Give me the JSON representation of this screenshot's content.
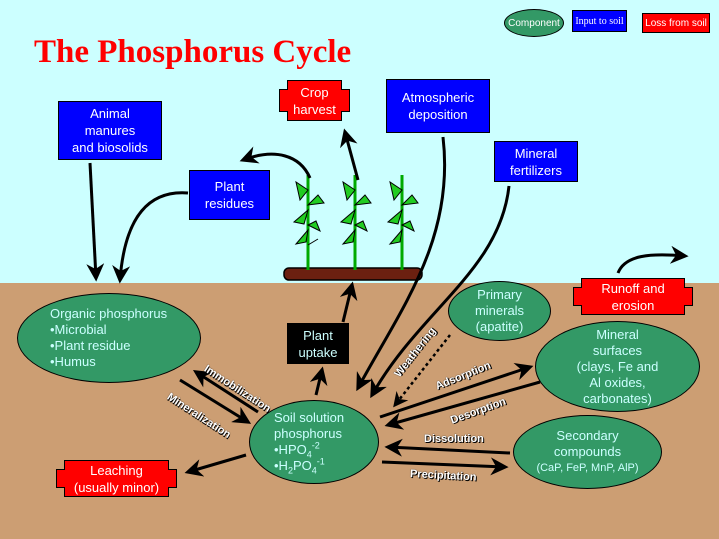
{
  "title": "The Phosphorus Cycle",
  "colors": {
    "sky": "#ccffff",
    "soil": "#cc9e73",
    "component": "#339966",
    "input": "#0000ff",
    "loss": "#ff0000",
    "title": "#ff0000"
  },
  "legend": {
    "component": "Component",
    "input": "Input to soil",
    "loss": "Loss from soil"
  },
  "inputs": {
    "animal_manures": [
      "Animal",
      "manures",
      "and biosolids"
    ],
    "plant_residues": [
      "Plant",
      "residues"
    ],
    "atmospheric": [
      "Atmospheric",
      "deposition"
    ],
    "fertilizers": [
      "Mineral",
      "fertilizers"
    ]
  },
  "losses": {
    "crop_harvest": [
      "Crop",
      "harvest"
    ],
    "runoff": [
      "Runoff and",
      "erosion"
    ],
    "leaching": [
      "Leaching",
      "(usually minor)"
    ]
  },
  "plant_uptake": [
    "Plant",
    "uptake"
  ],
  "components": {
    "organic": {
      "title": "Organic phosphorus",
      "items": [
        "•Microbial",
        "•Plant residue",
        "•Humus"
      ]
    },
    "primary_minerals": [
      "Primary",
      "minerals",
      "(apatite)"
    ],
    "mineral_surfaces": [
      "Mineral",
      "surfaces",
      "(clays, Fe and",
      "Al oxides,",
      "carbonates)"
    ],
    "secondary": [
      "Secondary",
      "compounds",
      "(CaP, FeP, MnP, AlP)"
    ],
    "soil_solution": {
      "title1": "Soil solution",
      "title2": "phosphorus",
      "ion1": {
        "base": "•HPO",
        "sub": "4",
        "sup": "-2"
      },
      "ion2": {
        "pre": "•H",
        "sub1": "2",
        "mid": "PO",
        "sub2": "4",
        "sup": "-1"
      }
    }
  },
  "process_labels": {
    "immobilization": "Immobilization",
    "mineralization": "Mineralization",
    "weathering": "Weathering",
    "adsorption": "Adsorption",
    "desorption": "Desorption",
    "dissolution": "Dissolution",
    "precipitation": "Precipitation"
  }
}
